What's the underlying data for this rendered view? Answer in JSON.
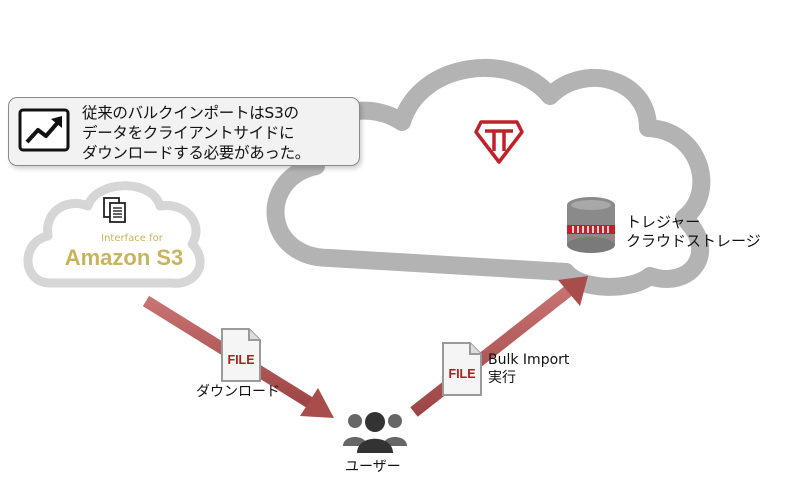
{
  "callout": {
    "text": "従来のバルクインポートはS3の\nデータをクライアントサイドに\nダウンロードする必要があった。",
    "icon": "trend-chart-icon"
  },
  "s3_cloud": {
    "small_label": "Interface for",
    "big_label": "Amazon S3",
    "icon": "documents-icon",
    "color": "#c7b45e"
  },
  "main_cloud": {
    "logo": "treasure-data-logo-icon",
    "storage_label": "トレジャー\nクラウドストレージ",
    "storage_icon": "database-icon",
    "accent": "#c0202a"
  },
  "files": {
    "download_file_label": "FILE",
    "import_file_label": "FILE"
  },
  "arrows": {
    "download_label": "ダウンロード",
    "import_label": "Bulk Import\n実行",
    "color": "#b65c5c"
  },
  "user": {
    "label": "ユーザー",
    "icon": "user-group-icon"
  }
}
